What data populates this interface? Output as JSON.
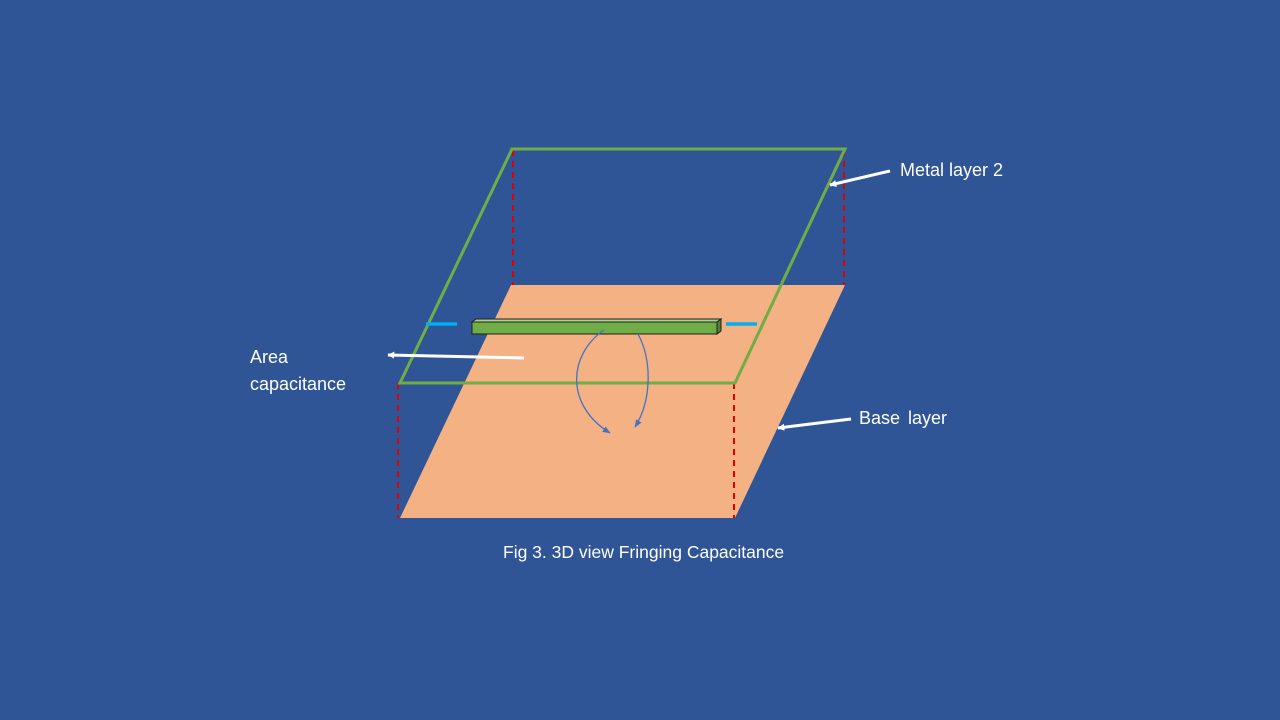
{
  "colors": {
    "background": "#2f5597",
    "base_layer_fill": "#f4b183",
    "metal_layer_outline": "#70ad47",
    "conductor_fill": "#70ad47",
    "projection_lines": "#e00000",
    "fringe_field_markers": "#00b0f0",
    "field_arrows": "#4472c4",
    "label_text": "#ffffff",
    "pointer_arrows": "#ffffff"
  },
  "labels": {
    "metal_layer": "Metal layer 2",
    "base_layer": "Base layer",
    "area_capacitance_line1": "Area",
    "area_capacitance_line2": "capacitance"
  },
  "caption": "Fig 3. 3D view Fringing Capacitance"
}
